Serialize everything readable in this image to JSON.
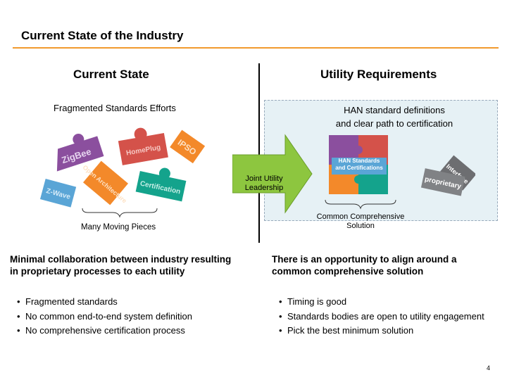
{
  "slide_title": "Current State of the Industry",
  "left": {
    "heading": "Current State",
    "subheading": "Fragmented Standards Efforts",
    "pieces": [
      "ZigBee",
      "HomePlug",
      "IPSO",
      "Open Architecture",
      "Certification",
      "Z-Wave"
    ],
    "brace_label": "Many Moving Pieces",
    "summary": "Minimal collaboration between industry resulting in proprietary processes to each utility",
    "bullets": [
      "Fragmented standards",
      "No common end-to-end system definition",
      "No comprehensive certification process"
    ]
  },
  "right": {
    "heading": "Utility Requirements",
    "subheading_line1": "HAN standard definitions",
    "subheading_line2": "and clear path to certification",
    "puzzle_label_line1": "HAN Standards",
    "puzzle_label_line2": "and Certifications",
    "side_piece_1": "proprietary",
    "side_piece_2": "Interface",
    "brace_label_line1": "Common Comprehensive",
    "brace_label_line2": "Solution",
    "summary": "There is an opportunity to align around a common comprehensive solution",
    "bullets": [
      "Timing is good",
      "Standards bodies are open to utility engagement",
      "Pick the best minimum solution"
    ]
  },
  "arrow_label_line1": "Joint Utility",
  "arrow_label_line2": "Leadership",
  "page_number": "4",
  "colors": {
    "accent_rule": "#f29a2e",
    "arrow": "#8dc63f",
    "purple": "#8b4f9e",
    "red": "#d4524a",
    "orange": "#f3892a",
    "blue": "#5aa5d6",
    "teal": "#14a38c",
    "grey": "#808285"
  }
}
